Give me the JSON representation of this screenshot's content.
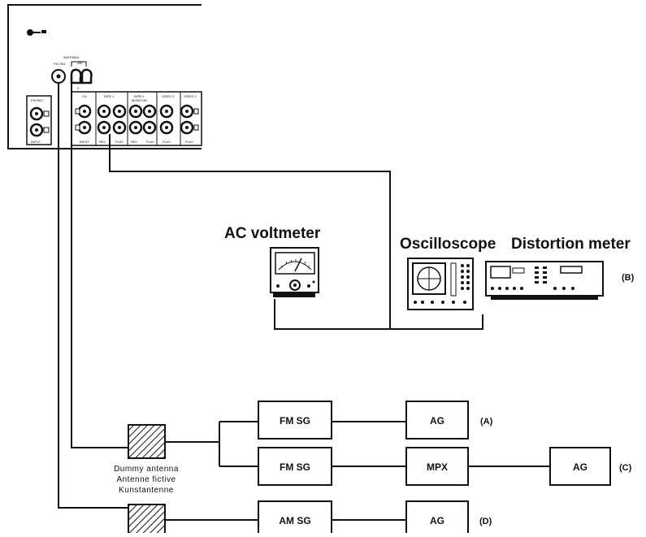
{
  "receiver": {
    "panel_labels": {
      "antenna": "ANTENNA",
      "fm_75": "FM 75Ω",
      "am": "AM",
      "phono": "PHONO",
      "input": "INPUT",
      "cd": "CD",
      "tape1": "TAPE 1",
      "tape2": "TAPE 2",
      "monitor": "MONITOR",
      "video1": "VIDEO 1",
      "video2": "VIDEO 2",
      "rec": "REC",
      "play": "PLAY"
    }
  },
  "instruments": {
    "ac_voltmeter": "AC voltmeter",
    "oscilloscope": "Oscilloscope",
    "distortion_meter": "Distortion meter",
    "tag_b": "(B)"
  },
  "blocks": {
    "fm_sg_1": "FM SG",
    "fm_sg_2": "FM SG",
    "am_sg": "AM SG",
    "ag_a": "AG",
    "mpx": "MPX",
    "ag_c": "AG",
    "ag_d": "AG"
  },
  "tags": {
    "a": "(A)",
    "c": "(C)",
    "d": "(D)"
  },
  "dummy_antenna": {
    "line1": "Dummy antenna",
    "line2": "Antenne fictive",
    "line3": "Kunstantenne"
  },
  "colors": {
    "ink": "#111111",
    "paper": "#ffffff"
  }
}
